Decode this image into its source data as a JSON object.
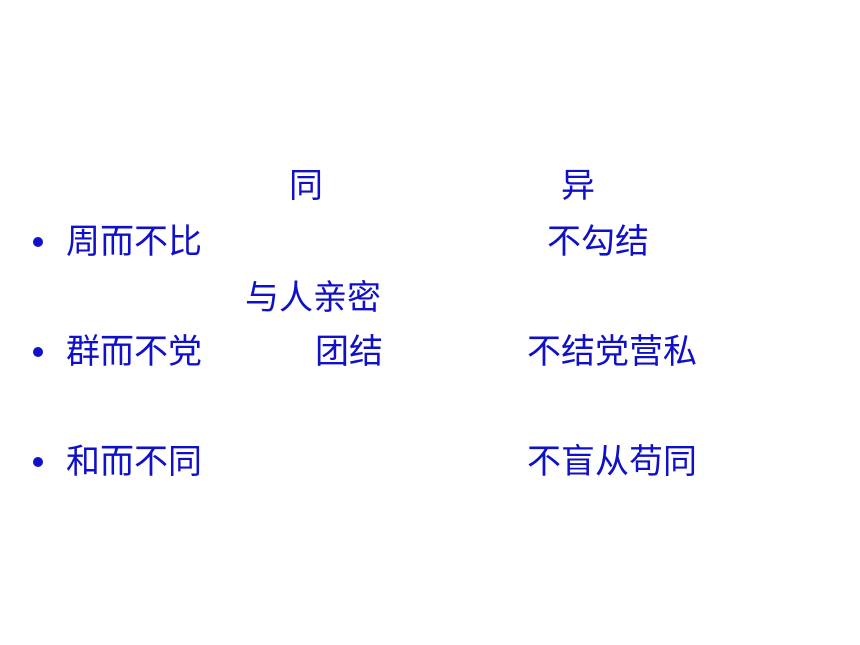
{
  "header": {
    "same_label": "同",
    "diff_label": "异"
  },
  "rows": [
    {
      "term": "周而不比",
      "same": "与人亲密",
      "diff": "不勾结"
    },
    {
      "term": "群而不党",
      "same": "团结",
      "diff": "不结党营私"
    },
    {
      "term": "和而不同",
      "same": "",
      "diff": "不盲从苟同"
    }
  ],
  "colors": {
    "text": "#1010c8",
    "background": "#ffffff"
  }
}
